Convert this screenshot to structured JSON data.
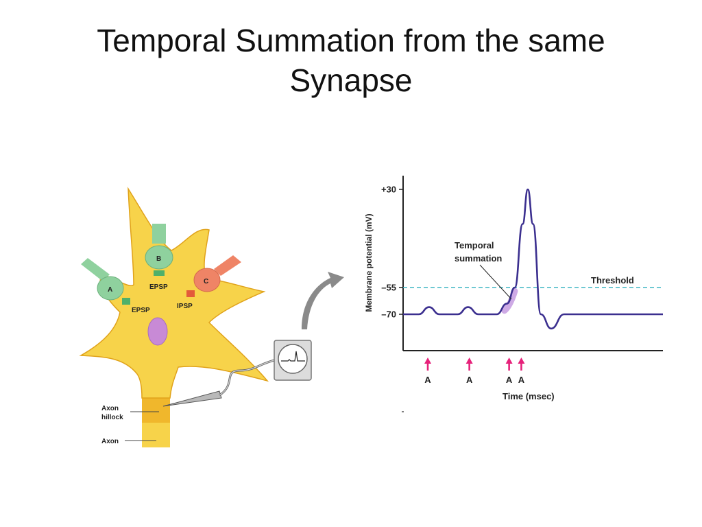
{
  "slide": {
    "title_line1": "Temporal Summation from the same",
    "title_line2": "Synapse"
  },
  "neuron": {
    "synapse_a": "A",
    "synapse_b": "B",
    "synapse_c": "C",
    "epsp_b": "EPSP",
    "epsp_a": "EPSP",
    "ipsp_c": "IPSP",
    "axon_hillock_line1": "Axon",
    "axon_hillock_line2": "hillock",
    "axon": "Axon",
    "colors": {
      "cell_body": "#f7d34a",
      "cell_outline": "#e0a21a",
      "excitatory": "#8fd19e",
      "inhibitory": "#ef8466",
      "nucleus": "#c88ad6"
    }
  },
  "chart_data": {
    "type": "line",
    "ylabel": "Membrane potential (mV)",
    "xlabel": "Time (msec)",
    "y_ticks": [
      "+30",
      "–55",
      "–70"
    ],
    "y_tick_values": [
      30,
      -55,
      -70
    ],
    "threshold": {
      "label": "Threshold",
      "value": -55
    },
    "annotation": {
      "line1": "Temporal",
      "line2": "summation"
    },
    "stimuli": [
      "A",
      "A",
      "A",
      "A"
    ],
    "series": [
      {
        "color": "#3b2f8f",
        "points": [
          [
            0,
            -70
          ],
          [
            6,
            -70
          ],
          [
            10,
            -66
          ],
          [
            14,
            -70
          ],
          [
            21,
            -70
          ],
          [
            25,
            -66
          ],
          [
            29,
            -70
          ],
          [
            36,
            -70
          ],
          [
            40,
            -64
          ],
          [
            43,
            -55
          ],
          [
            46,
            0
          ],
          [
            48,
            30
          ],
          [
            50,
            0
          ],
          [
            53,
            -70
          ],
          [
            57,
            -78
          ],
          [
            62,
            -70
          ],
          [
            100,
            -70
          ]
        ]
      }
    ],
    "colors": {
      "threshold": "#3fb6c4",
      "stimulus_arrow": "#e6217a",
      "highlight": "#c69be0"
    }
  }
}
